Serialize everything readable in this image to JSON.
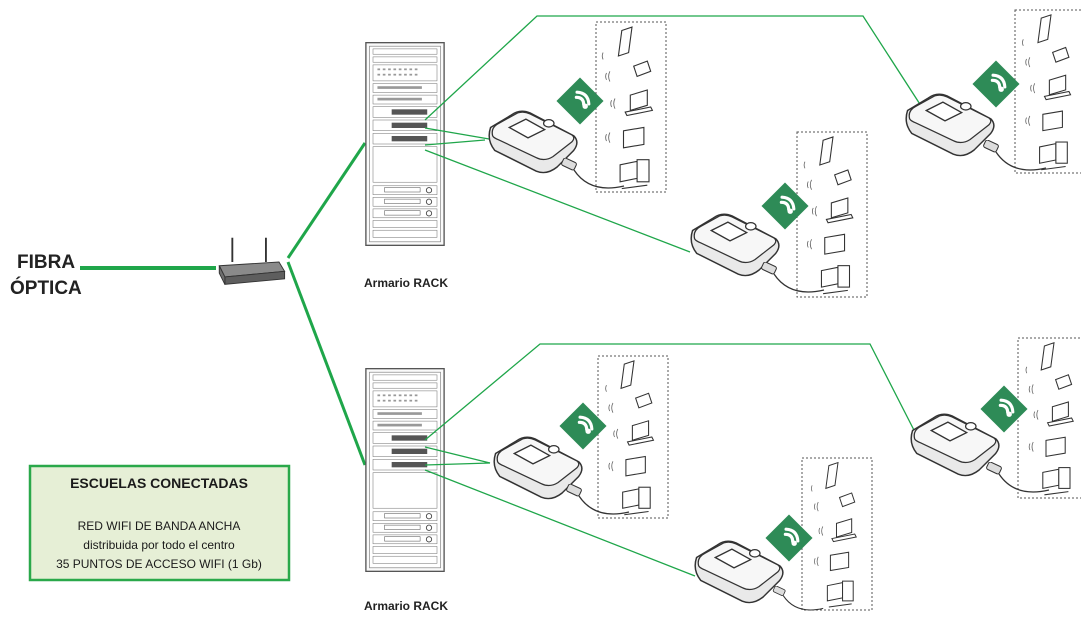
{
  "input_label": [
    "FIBRA",
    "ÓPTICA"
  ],
  "rack_label": "Armario RACK",
  "info_box": {
    "title": "ESCUELAS CONECTADAS",
    "lines": [
      "RED WIFI DE BANDA ANCHA",
      "distribuida por todo el centro",
      "35 PUNTOS DE ACCESO WIFI (1 Gb)"
    ]
  },
  "colors": {
    "green": "#1fa64a",
    "wifi_badge": "#2e8b57",
    "box_fill": "#e6efd6",
    "box_border": "#2aa84a"
  },
  "icons": [
    "router-icon",
    "rack-cabinet-icon",
    "wifi-access-point-icon",
    "wifi-signal-icon",
    "smartphone-icon",
    "tablet-icon",
    "laptop-icon",
    "desktop-computer-icon"
  ]
}
